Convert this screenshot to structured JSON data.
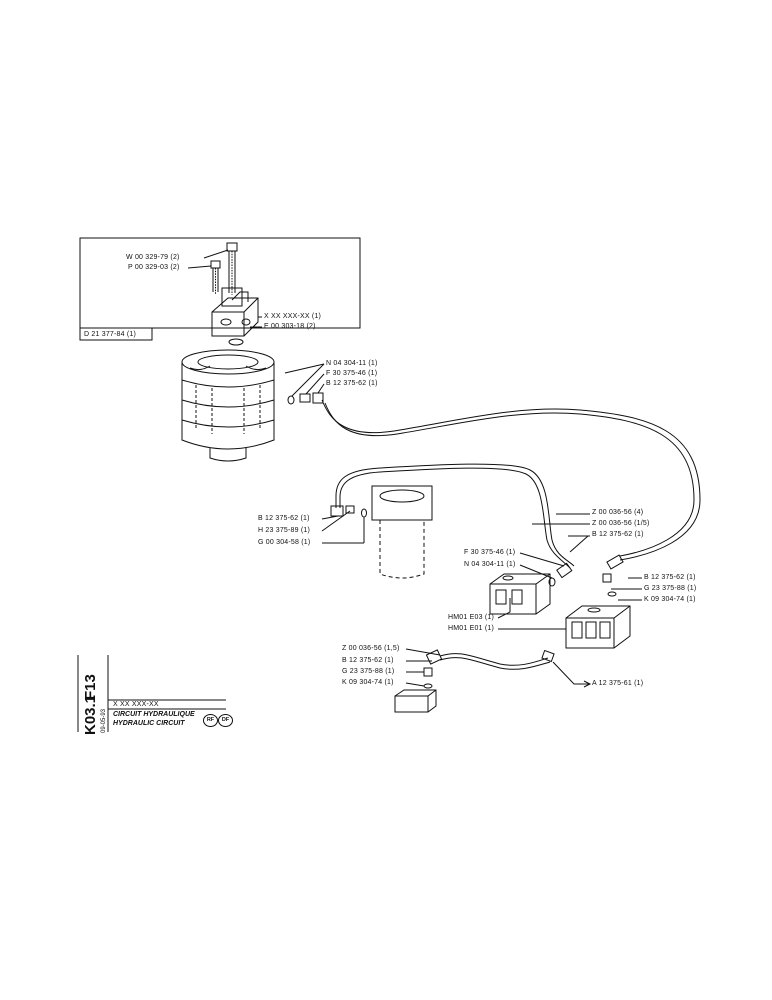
{
  "callouts": {
    "w00329": "W 00 329-79 (2)",
    "p00329": "P 00 329-03 (2)",
    "axx": "X XX XXX-XX (1)",
    "e00303": "E 00 303-18 (2)",
    "d21377": "D 21 377-84 (1)",
    "n04304_top": "N 04 304-11 (1)",
    "f30375_top": "F 30 375-46 (1)",
    "b12375_top": "B 12 375-62 (1)",
    "b12375_left": "B 12 375-62 (1)",
    "h23375": "H 23 375-89 (1)",
    "g00304": "G 00 304-58 (1)",
    "z00036_a": "Z 00 036-56 (4)",
    "z00036_b": "Z 00 036-56 (1/5)",
    "b12375_right": "B 12 375-62 (1)",
    "f30375_mid": "F 30 375-46 (1)",
    "n04304_mid": "N 04 304-11 (1)",
    "b12375_valve": "B 12 375-62 (1)",
    "g23375_valve": "G 23 375-88 (1)",
    "k09304_valve": "K 09 304-74 (1)",
    "hm01e03": "HM01 E03 (1)",
    "hm01e01": "HM01 E01 (1)",
    "z00036_c": "Z 00 036-56 (1,5)",
    "b12375_bottom": "B 12 375-62 (1)",
    "g23375_bottom": "G 23 375-88 (1)",
    "k09304_bottom": "K 09 304-74 (1)",
    "a12375": "A 12 375-61 (1)"
  },
  "title_block": {
    "code_top": "F13",
    "code_bottom": "K03.1",
    "date": "09-05-93",
    "ref": "X XX XXX-XX",
    "title_fr": "CIRCUIT HYDRAULIQUE",
    "title_en": "HYDRAULIC CIRCUIT",
    "badge_1": "RF",
    "badge_2": "DF"
  }
}
